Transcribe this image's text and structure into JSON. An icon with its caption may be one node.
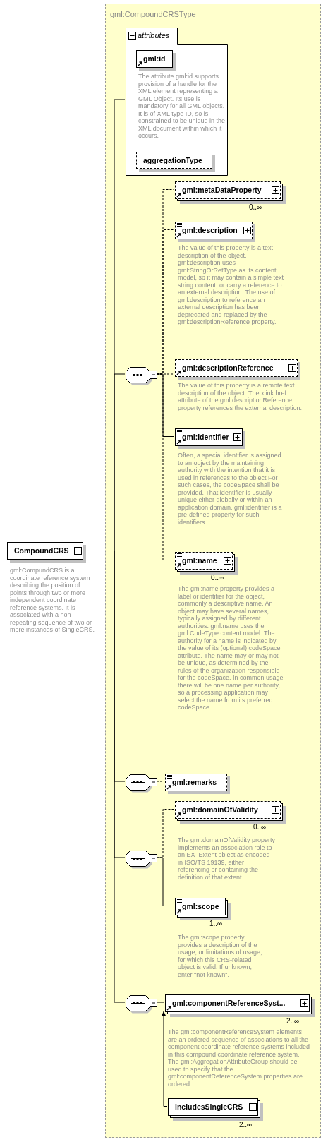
{
  "diagram": {
    "nodes": [
      {
        "text": [
          "gml:CompoundCRSType"
        ]
      },
      {
        "text": [
          "attributes"
        ],
        "in": 0
      },
      {
        "text": [
          "gml:id"
        ],
        "in": 1,
        "beside": [
          "The attribute gml:id supports provision of a handle for the XML element representing a GML Object. Its use is mandatory for all GML objects. It is of XML type ID, so is constrained to be unique in the XML document within which it occurs."
        ]
      },
      {
        "text": [
          "aggregationType"
        ],
        "in": 1
      },
      {
        "text": [
          "CompoundCRS"
        ],
        "beside": [
          "gml:CompundCRS is a coordinate reference system describing the position of points through two or more independent coordinate reference systems. It is associated with a non-repeating sequence of two or more instances of SingleCRS."
        ]
      },
      {
        "text": [],
        "shape": "octagon",
        "in": 0
      },
      {
        "text": [
          "gml:metaDataProperty"
        ],
        "in": 0,
        "beside": [
          "0..∞"
        ]
      },
      {
        "text": [
          "gml:description"
        ],
        "in": 0,
        "beside": [
          "The value of this property is a text description of the object. gml:description uses gml:StringOrRefType as its content model, so it may contain a simple text string content, or carry a reference to an external description. The use of gml:description to reference an external description has been deprecated and replaced by the gml:descriptionReference property."
        ]
      },
      {
        "text": [
          "gml:descriptionReference"
        ],
        "in": 0,
        "beside": [
          "The value of this property is a remote text description of the object. The xlink:href attribute of the gml:descriptionReference property references the external description."
        ]
      },
      {
        "text": [
          "gml:identifier"
        ],
        "in": 0,
        "beside": [
          "Often, a special identifier is assigned to an object by the maintaining authority with the intention that it is used in references to the object For such cases, the codeSpace shall be provided. That identifier is usually unique either globally or within an application domain. gml:identifier is a pre-defined property for such identifiers."
        ]
      },
      {
        "text": [
          "gml:name"
        ],
        "in": 0,
        "beside": [
          "0..∞",
          "The gml:name property provides a label or identifier for the object, commonly a descriptive name. An object may have several names, typically assigned by different authorities. gml:name uses the gml:CodeType content model. The authority for a name is indicated by the value of its (optional) codeSpace attribute. The name may or may not be unique, as determined by the rules of the organization responsible for the codeSpace. In common usage there will be one name per authority, so a processing application may select the name from its preferred codeSpace."
        ]
      },
      {
        "text": [],
        "shape": "octagon",
        "in": 0
      },
      {
        "text": [
          "gml:remarks"
        ],
        "in": 0
      },
      {
        "text": [],
        "shape": "octagon",
        "in": 0
      },
      {
        "text": [
          "gml:domainOfValidity"
        ],
        "in": 0,
        "beside": [
          "0..∞",
          "The gml:domainOfValidity property implements an association role to an EX_Extent object as encoded in ISO/TS 19139, either referencing or containing the definition of that extent."
        ]
      },
      {
        "text": [
          "gml:scope"
        ],
        "in": 0,
        "beside": [
          "1..∞",
          "The gml:scope property provides a description of the usage, or limitations of usage, for which this CRS-related object is valid. If unknown, enter \"not known\"."
        ]
      },
      {
        "text": [],
        "shape": "octagon",
        "in": 0
      },
      {
        "text": [
          "gml:componentReferenceSyst..."
        ],
        "in": 0,
        "beside": [
          "2..∞",
          "The gml:componentReferenceSystem elements are an ordered sequence of associations to all the component coordinate reference systems included in this compound coordinate reference system. The gml:AggregationAttributeGroup should be used to specify that the gml:componentReferenceSystem properties are ordered."
        ]
      },
      {
        "text": [
          "includesSingleCRS"
        ],
        "in": 0,
        "beside": [
          "2..∞"
        ]
      }
    ],
    "edges": [
      {
        "from": 4,
        "to": 1,
        "arrow": "none"
      },
      {
        "from": 4,
        "to": 5,
        "arrow": "none"
      },
      {
        "from": 4,
        "to": 11,
        "arrow": "none"
      },
      {
        "from": 4,
        "to": 13,
        "arrow": "none"
      },
      {
        "from": 4,
        "to": 16,
        "arrow": "none"
      },
      {
        "from": 5,
        "to": 6,
        "arrow": "none",
        "style": "dashed"
      },
      {
        "from": 5,
        "to": 7,
        "arrow": "none",
        "style": "dashed"
      },
      {
        "from": 5,
        "to": 8,
        "arrow": "none",
        "style": "dashed"
      },
      {
        "from": 5,
        "to": 9,
        "arrow": "none"
      },
      {
        "from": 5,
        "to": 10,
        "arrow": "none",
        "style": "dashed"
      },
      {
        "from": 11,
        "to": 12,
        "arrow": "none",
        "style": "dashed"
      },
      {
        "from": 13,
        "to": 14,
        "arrow": "none",
        "style": "dashed"
      },
      {
        "from": 13,
        "to": 15,
        "arrow": "none"
      },
      {
        "from": 16,
        "to": 17,
        "arrow": "none"
      },
      {
        "from": 18,
        "to": 17,
        "arrow": "to"
      }
    ]
  }
}
